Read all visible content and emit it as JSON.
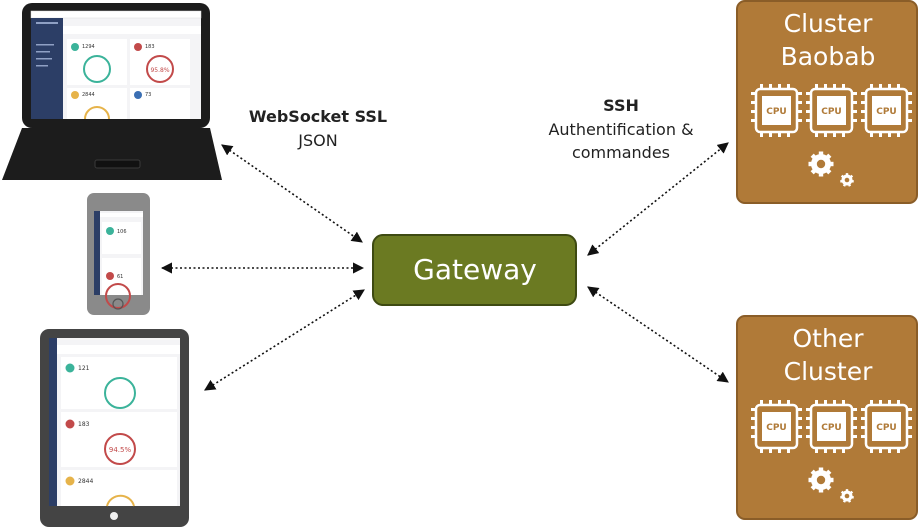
{
  "gateway": {
    "label": "Gateway",
    "fill": "#6b7a22",
    "stroke": "#3e4a12"
  },
  "left_protocol": {
    "title": "WebSocket SSL",
    "subtitle": "JSON"
  },
  "right_protocol": {
    "title": "SSH",
    "line1": "Authentification &",
    "line2": "commandes"
  },
  "clusters": [
    {
      "line1": "Cluster",
      "line2": "Baobab",
      "cpu_label": "CPU",
      "cpu_count": 3
    },
    {
      "line1": "Other",
      "line2": "Cluster",
      "cpu_label": "CPU",
      "cpu_count": 3
    }
  ],
  "colors": {
    "cluster_fill": "#b07a38",
    "cluster_stroke": "#8a5d28",
    "device_dark": "#1c1c1c",
    "phone_frame": "#8a8a8a",
    "tablet_frame": "#444444",
    "screen_bg": "#f4f4f6",
    "sidebar": "#2c3e66"
  },
  "screen_widgets": [
    {
      "value": "1294",
      "color": "#3bb39a"
    },
    {
      "value": "183",
      "color": "#c24a4a"
    },
    {
      "value": "2844",
      "color": "#e6b34a"
    },
    {
      "value": "73",
      "color": "#3b6fb3"
    }
  ],
  "gauge_value": "95.8%",
  "tablet_widgets": [
    {
      "value": "121",
      "color": "#3bb39a"
    },
    {
      "value": "183",
      "color": "#c24a4a"
    },
    {
      "value": "2844",
      "color": "#e6b34a"
    }
  ],
  "tablet_gauge_value": "94.5%",
  "phone_widgets": [
    {
      "value": "106",
      "color": "#3bb39a"
    },
    {
      "value": "61",
      "color": "#c24a4a"
    }
  ]
}
